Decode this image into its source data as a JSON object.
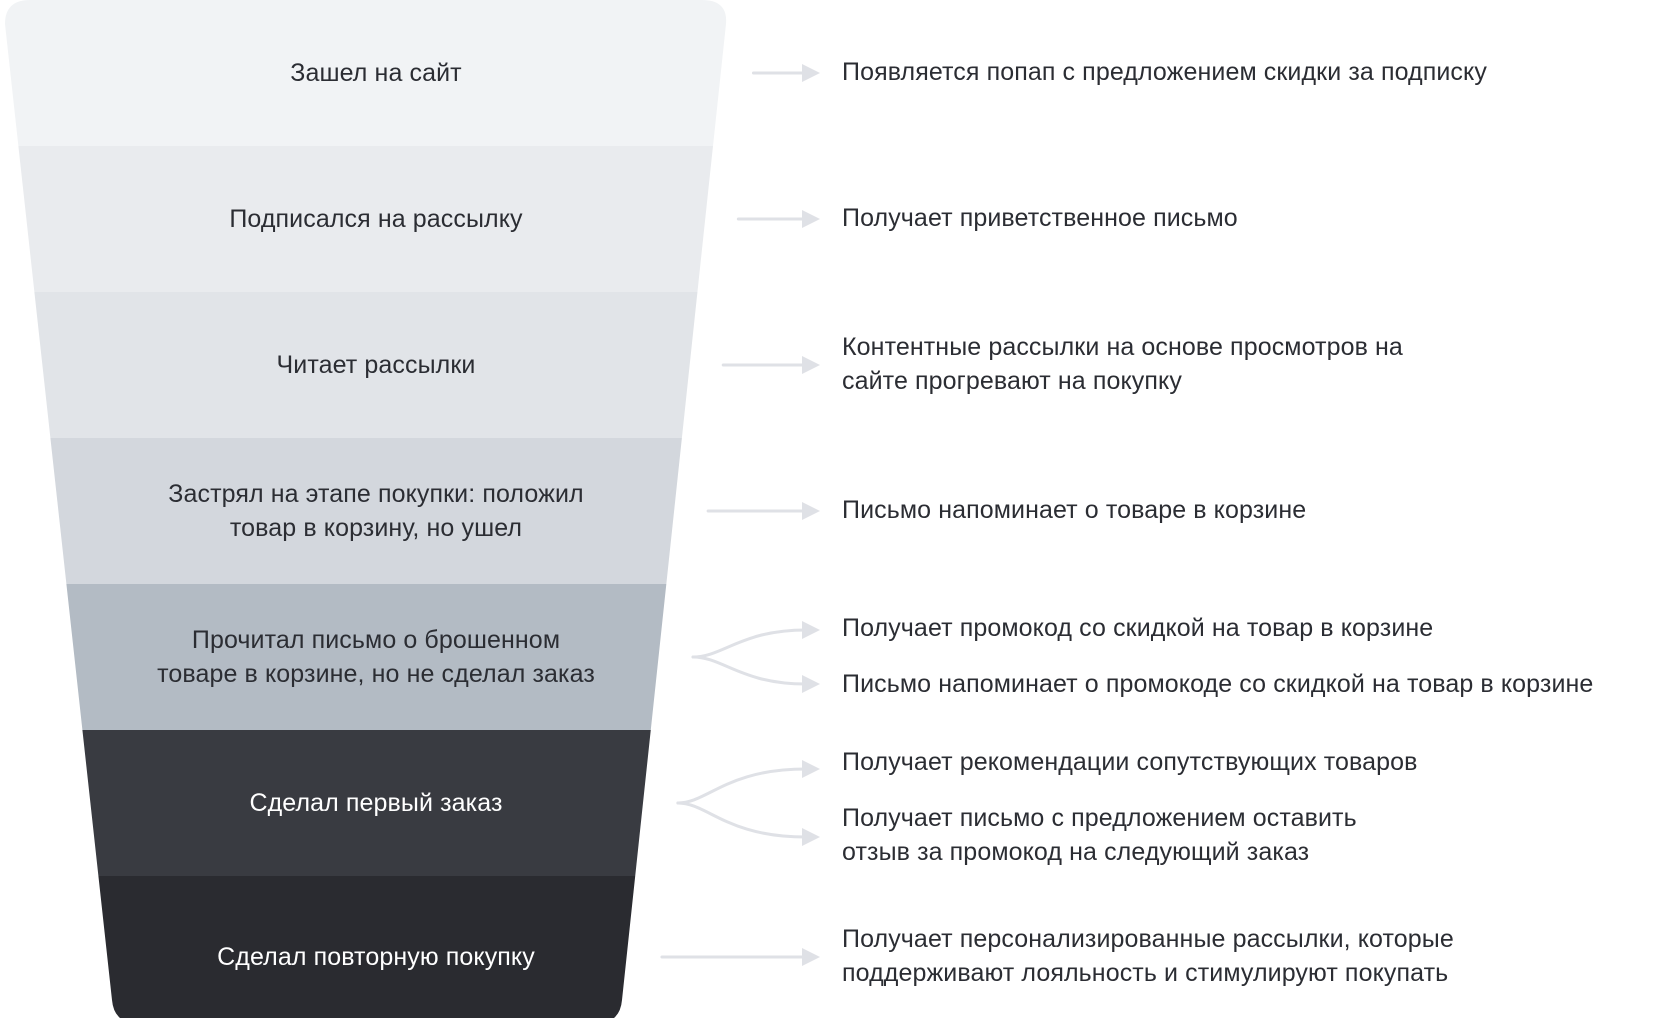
{
  "colors": {
    "arrow": "#dfe1e6",
    "text_dark": "#2b2d33",
    "text_light": "#ffffff"
  },
  "stages": [
    {
      "lines": [
        "Зашел на сайт"
      ],
      "fill": "#f1f3f5",
      "text_color": "#2b2d33",
      "actions": [
        {
          "lines": [
            "Появляется попап с предложением скидки за подписку"
          ]
        }
      ]
    },
    {
      "lines": [
        "Подписался на рассылку"
      ],
      "fill": "#e9ebee",
      "text_color": "#2b2d33",
      "actions": [
        {
          "lines": [
            "Получает приветственное письмо"
          ]
        }
      ]
    },
    {
      "lines": [
        "Читает рассылки"
      ],
      "fill": "#e1e4e8",
      "text_color": "#2b2d33",
      "actions": [
        {
          "lines": [
            "Контентные рассылки на основе просмотров на",
            "сайте прогревают на покупку"
          ]
        }
      ]
    },
    {
      "lines": [
        "Застрял на этапе покупки: положил",
        "товар в корзину, но ушел"
      ],
      "fill": "#d3d7dd",
      "text_color": "#2b2d33",
      "actions": [
        {
          "lines": [
            "Письмо напоминает о товаре в корзине"
          ]
        }
      ]
    },
    {
      "lines": [
        "Прочитал письмо о брошенном",
        "товаре в корзине, но не сделал заказ"
      ],
      "fill": "#b3bbc4",
      "text_color": "#2b2d33",
      "actions": [
        {
          "lines": [
            "Получает промокод со скидкой на товар в корзине"
          ]
        },
        {
          "lines": [
            "Письмо напоминает о промокоде со скидкой на товар в корзине"
          ]
        }
      ]
    },
    {
      "lines": [
        "Сделал первый заказ"
      ],
      "fill": "#393b41",
      "text_color": "#ffffff",
      "actions": [
        {
          "lines": [
            "Получает рекомендации сопутствующих товаров"
          ]
        },
        {
          "lines": [
            "Получает письмо с предложением оставить",
            "отзыв за промокод на следующий заказ"
          ]
        }
      ]
    },
    {
      "lines": [
        "Сделал повторную покупку"
      ],
      "fill": "#2a2b30",
      "text_color": "#ffffff",
      "actions": [
        {
          "lines": [
            "Получает персонализированные рассылки, которые",
            "поддерживают лояльность и стимулируют покупать"
          ]
        }
      ]
    }
  ]
}
